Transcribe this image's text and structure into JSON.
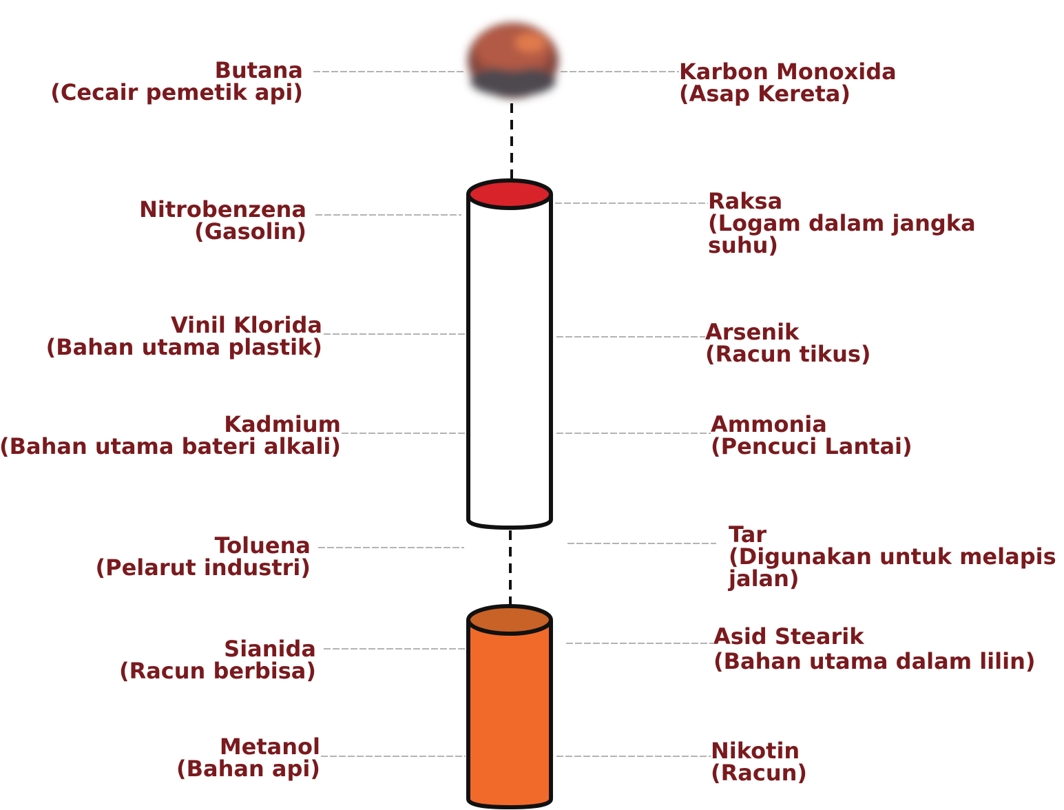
{
  "colors": {
    "label": "#7a1a1e",
    "filter_top": "#d8232a",
    "filter_body": "#f26a2a",
    "filter_cap": "#c96226",
    "ash": "#8a4a3a",
    "outline": "#111111",
    "leader": "#9a9a9a"
  },
  "labels": {
    "butana": {
      "name": "Butana",
      "desc": "(Cecair pemetik api)"
    },
    "nitrobenzena": {
      "name": "Nitrobenzena",
      "desc": "(Gasolin)"
    },
    "vinil_klorida": {
      "name": "Vinil Klorida",
      "desc": "(Bahan utama plastik)"
    },
    "kadmium": {
      "name": "Kadmium",
      "desc": "(Bahan utama bateri alkali)"
    },
    "toluena": {
      "name": "Toluena",
      "desc": "(Pelarut industri)"
    },
    "sianida": {
      "name": "Sianida",
      "desc": "(Racun berbisa)"
    },
    "metanol": {
      "name": "Metanol",
      "desc": "(Bahan api)"
    },
    "karbon_monoxida": {
      "name": "Karbon Monoxida",
      "desc": "(Asap Kereta)"
    },
    "raksa": {
      "name": "Raksa",
      "desc": "(Logam dalam jangka",
      "desc2": "suhu)"
    },
    "arsenik": {
      "name": "Arsenik",
      "desc": "(Racun tikus)"
    },
    "ammonia": {
      "name": "Ammonia",
      "desc": "(Pencuci Lantai)"
    },
    "tar": {
      "name": "Tar",
      "desc": "(Digunakan untuk melapis",
      "desc2": "jalan)"
    },
    "asid_stearik": {
      "name": "Asid Stearik",
      "desc": "(Bahan utama dalam lilin)"
    },
    "nikotin": {
      "name": "Nikotin",
      "desc": "(Racun)"
    }
  }
}
